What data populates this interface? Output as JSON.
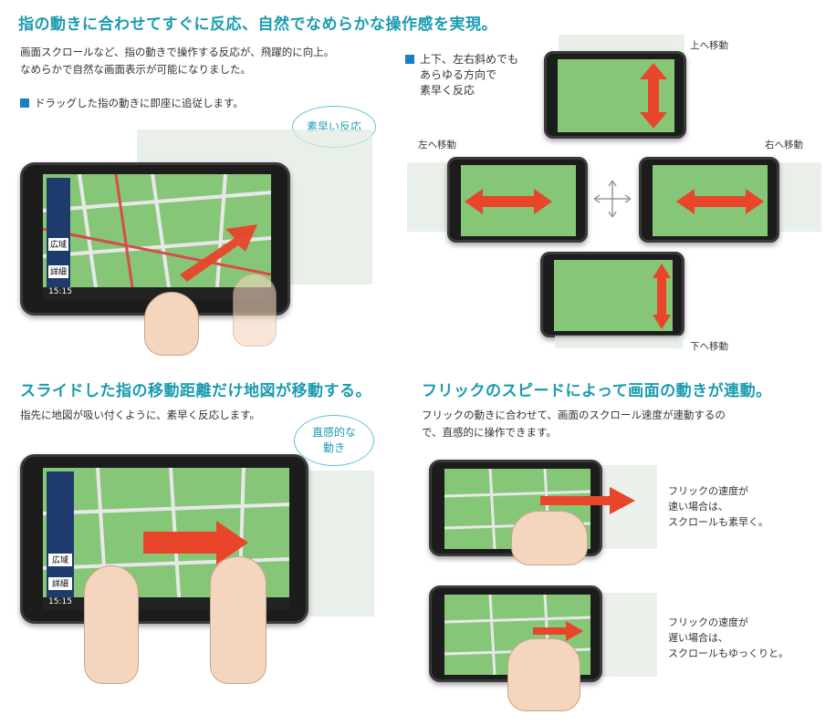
{
  "top": {
    "heading": "指の動きに合わせてすぐに反応、自然でなめらかな操作感を実現。",
    "desc_line1": "画面スクロールなど、指の動きで操作する反応が、飛躍的に向上。",
    "desc_line2": "なめらかで自然な画面表示が可能になりました。",
    "bullet": "ドラッグした指の動きに即座に追従します。",
    "bubble": "素早い反応"
  },
  "directions": {
    "bullet_line1": "上下、左右斜めでも",
    "bullet_line2": "あらゆる方向で",
    "bullet_line3": "素早く反応",
    "up": "上へ移動",
    "left": "左へ移動",
    "right": "右へ移動",
    "down": "下へ移動"
  },
  "slide": {
    "heading": "スライドした指の移動距離だけ地図が移動する。",
    "desc": "指先に地図が吸い付くように、素早く反応します。",
    "bubble_line1": "直感的な",
    "bubble_line2": "動き"
  },
  "flick": {
    "heading": "フリックのスピードによって画面の動きが連動。",
    "desc_line1": "フリックの動きに合わせて、画面のスクロール速度が連動するの",
    "desc_line2": "で、直感的に操作できます。",
    "fast_line1": "フリックの速度が",
    "fast_line2": "速い場合は、",
    "fast_line3": "スクロールも素早く。",
    "slow_line1": "フリックの速度が",
    "slow_line2": "遅い場合は、",
    "slow_line3": "スクロールもゆっくりと。"
  },
  "screen": {
    "clock": "15:15",
    "wide": "広域",
    "detail": "詳細"
  },
  "colors": {
    "accent": "#1a9bb0",
    "bullet": "#1a7fc0",
    "arrow": "#e8452a"
  }
}
